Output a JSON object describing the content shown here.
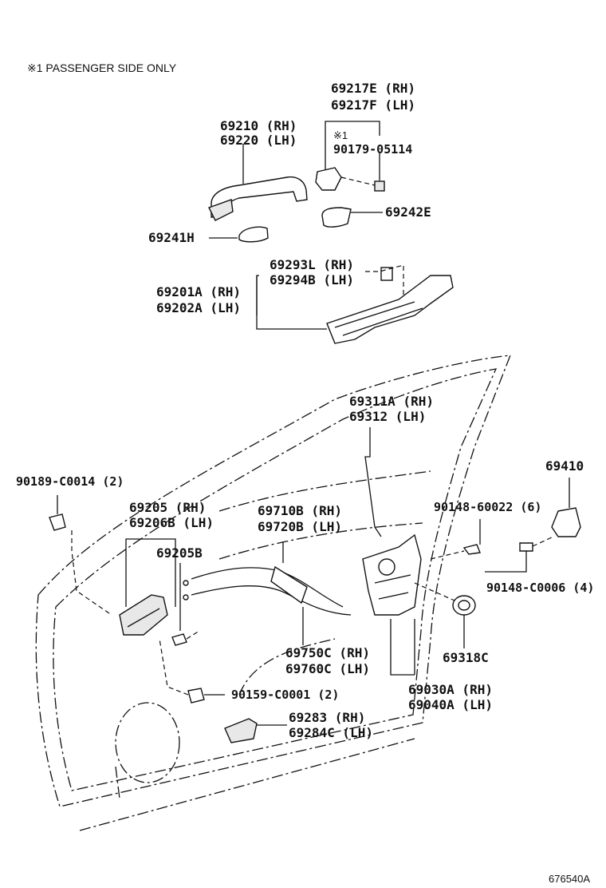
{
  "note": "※1 PASSENGER SIDE ONLY",
  "catalog_number": "676540A",
  "labels": {
    "p69217e": "69217E (RH)",
    "p69217f": "69217F (LH)",
    "note_mark": "※1",
    "p90179": "90179-05114",
    "p69210": "69210 (RH)",
    "p69220": "69220 (LH)",
    "p69242e": "69242E",
    "p69241h": "69241H",
    "p69293l": "69293L (RH)",
    "p69294b": "69294B (LH)",
    "p69201a": "69201A (RH)",
    "p69202a": "69202A (LH)",
    "p69311a": "69311A (RH)",
    "p69312": "69312 (LH)",
    "p69410": "69410",
    "p90189": "90189-C0014 (2)",
    "p69205": "69205 (RH)",
    "p69206b": "69206B (LH)",
    "p69710b": "69710B (RH)",
    "p69720b": "69720B (LH)",
    "p90148_60022": "90148-60022 (6)",
    "p69205b": "69205B",
    "p90148_c0006": "90148-C0006 (4)",
    "p69318c": "69318C",
    "p69750c": "69750C (RH)",
    "p69760c": "69760C (LH)",
    "p90159": "90159-C0001 (2)",
    "p69030a": "69030A (RH)",
    "p69040a": "69040A (LH)",
    "p69283": "69283 (RH)",
    "p69284c": "69284C (LH)"
  }
}
